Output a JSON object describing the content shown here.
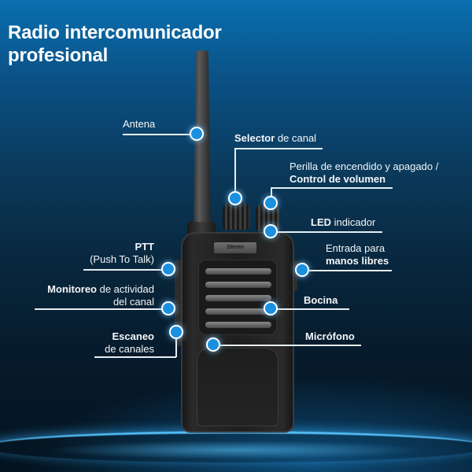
{
  "title": {
    "line1": "Radio intercomunicador",
    "line2": "profesional"
  },
  "brand": "Steren",
  "callouts": {
    "antena": {
      "plain": "Antena"
    },
    "selector": {
      "bold": "Selector",
      "plain": " de canal"
    },
    "perilla": {
      "plain": "Perilla de encendido y apagado /",
      "bold": "Control de volumen"
    },
    "led": {
      "bold": "LED",
      "plain": " indicador"
    },
    "entrada": {
      "plain": "Entrada para",
      "bold": "manos libres"
    },
    "ptt": {
      "bold": "PTT",
      "plain": "(Push To Talk)"
    },
    "monitoreo": {
      "bold": "Monitoreo",
      "plain": " de actividad",
      "plain2": "del canal"
    },
    "bocina": {
      "bold": "Bocina"
    },
    "escaneo": {
      "bold": "Escaneo",
      "plain": "de canales"
    },
    "microfono": {
      "bold": "Micrófono"
    }
  },
  "colors": {
    "dot": "#1b8fe0",
    "line": "#e8eef3",
    "background_top": "#0a6fb0",
    "background_bottom": "#04131f",
    "glow": "#58c4ff"
  }
}
